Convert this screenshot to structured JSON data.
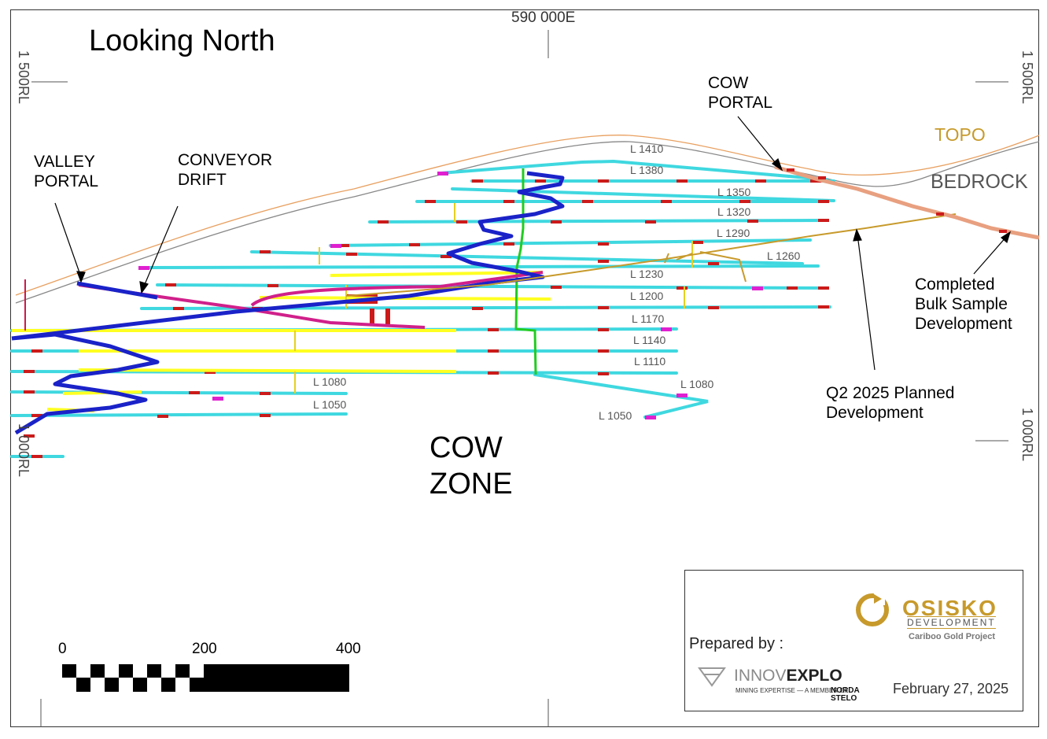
{
  "map": {
    "view_title": "Looking North",
    "easting_label": "590 000E",
    "rl_labels": {
      "upper": "1 500RL",
      "lower": "1 000RL"
    },
    "surface_labels": {
      "topo": "TOPO",
      "bedrock": "BEDROCK"
    },
    "zone_label": "COW\nZONE",
    "annotations": {
      "valley_portal": "VALLEY\nPORTAL",
      "conveyor_drift": "CONVEYOR\nDRIFT",
      "cow_portal": "COW\nPORTAL",
      "completed_bulk": "Completed\nBulk Sample\nDevelopment",
      "planned_dev": "Q2 2025 Planned\nDevelopment"
    },
    "levels": [
      "L 1410",
      "L 1380",
      "L 1350",
      "L 1320",
      "L 1290",
      "L 1260",
      "L 1230",
      "L 1200",
      "L 1170",
      "L 1140",
      "L 1110",
      "L 1080",
      "L 1050",
      "L 1080",
      "L 1050"
    ],
    "scale_bar": {
      "ticks": [
        "0",
        "200",
        "400"
      ]
    },
    "colors": {
      "topo": "#c79a2b",
      "bedrock": "#777777",
      "level_drift": "#3fd8e0",
      "ramp": "#1a22c8",
      "conveyor": "#d0208a",
      "yellow_drift": "#ffff22",
      "raise": "#22cc22",
      "planned": "#c79a2b",
      "completed": "#e8a080"
    }
  },
  "credits": {
    "prepared_by": "Prepared by :",
    "company_logo": {
      "name": "OSISKO",
      "sub": "DEVELOPMENT",
      "project": "Cariboo Gold Project"
    },
    "consultant_logo": {
      "name_light": "INNOV",
      "name_bold": "EXPLO",
      "tagline": "MINING EXPERTISE — A MEMBER OF",
      "parent": "NORDA STELO"
    },
    "date": "February 27, 2025"
  }
}
